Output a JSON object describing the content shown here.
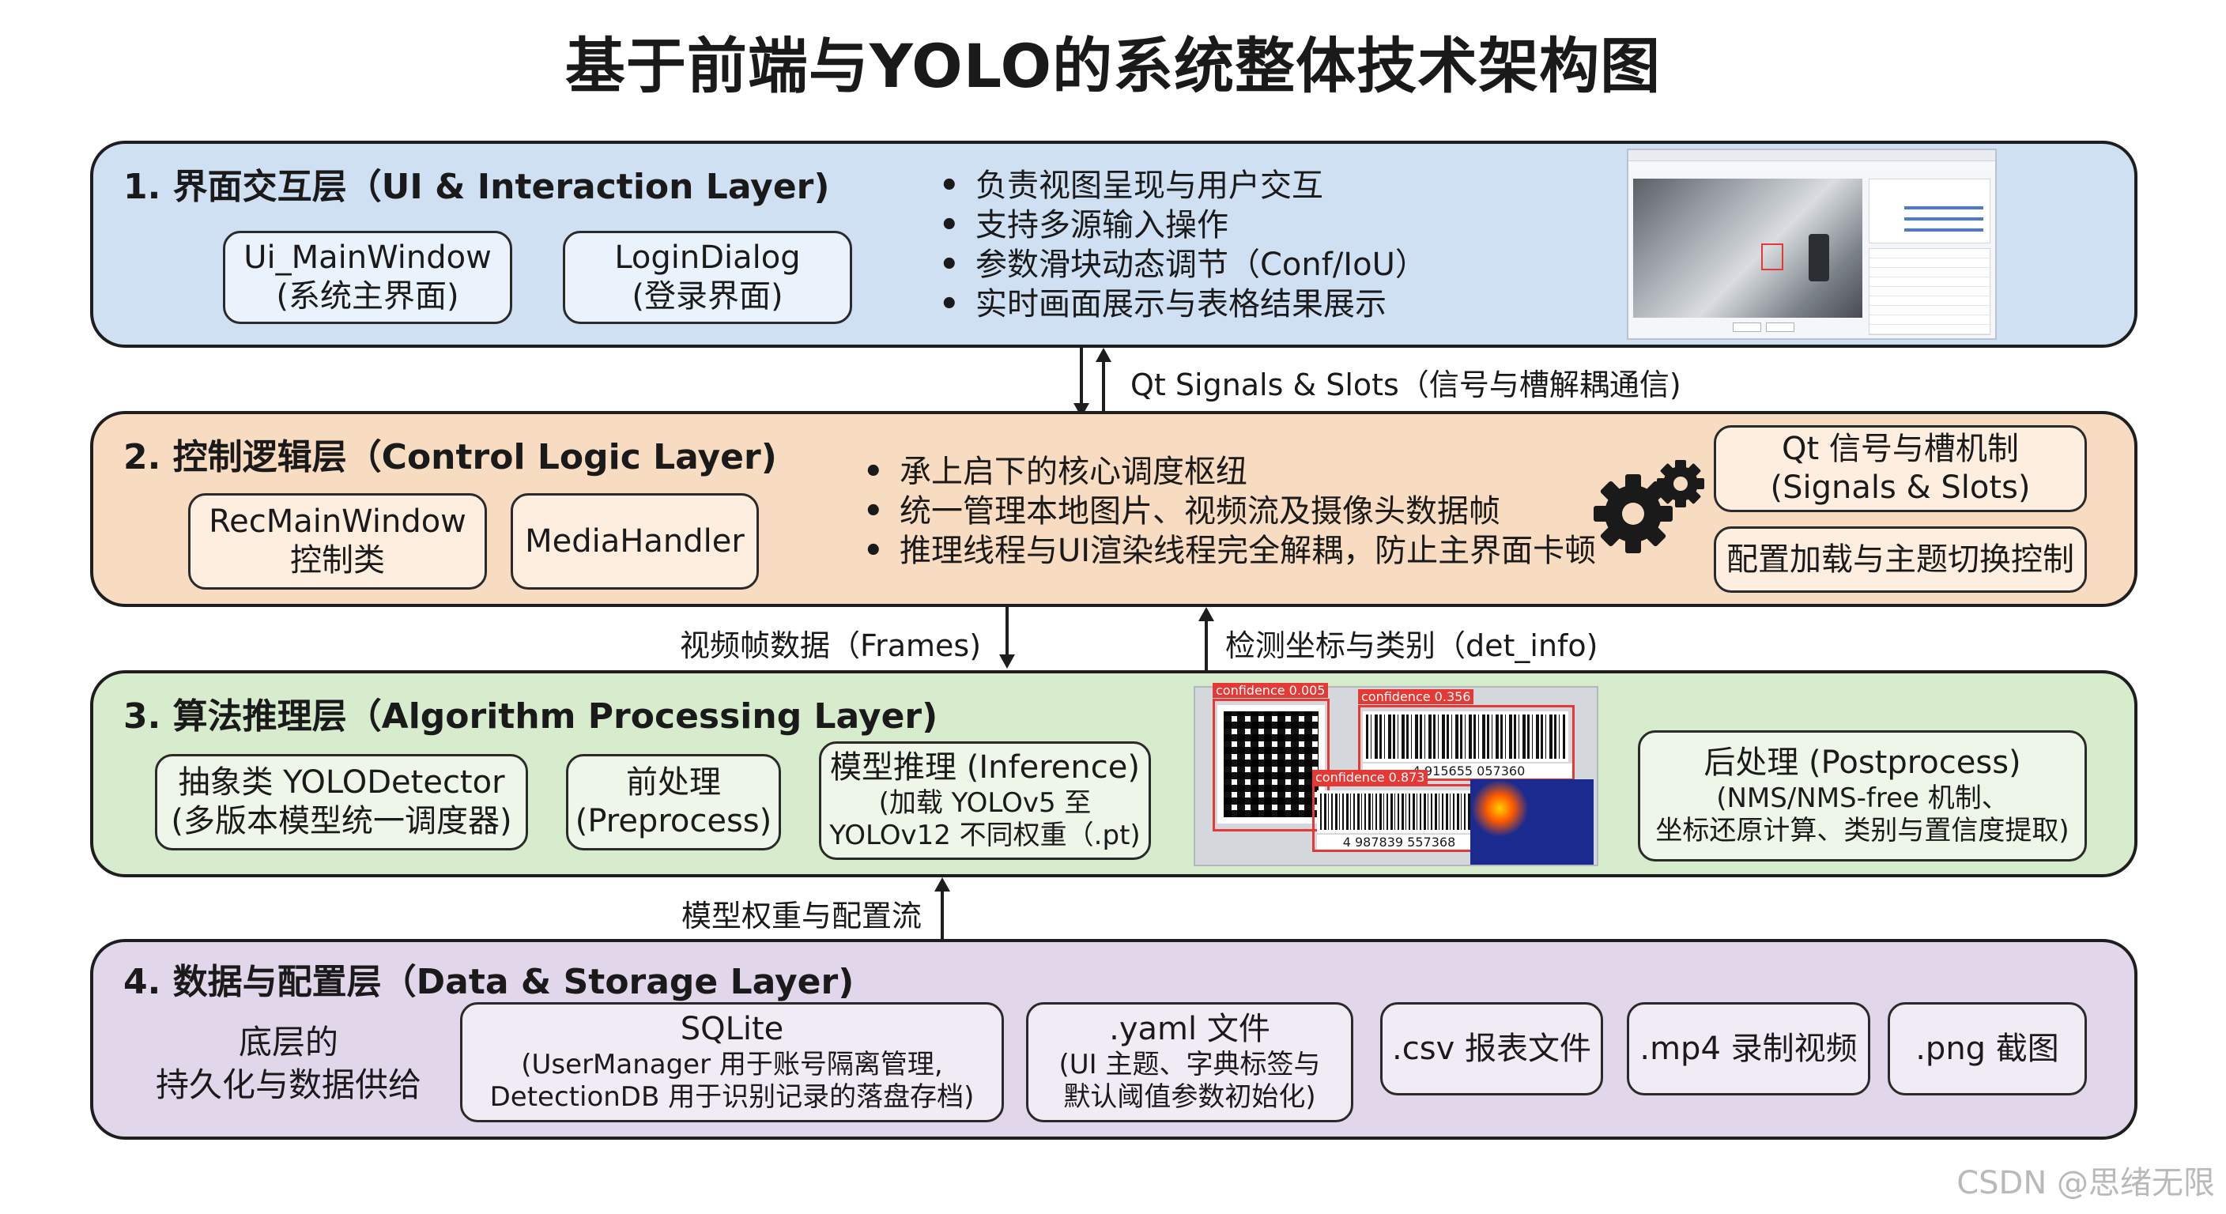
{
  "title": "基于前端与YOLO的系统整体技术架构图",
  "layer1": {
    "title": "1. 界面交互层（UI & Interaction Layer)",
    "boxes": [
      {
        "line1": "Ui_MainWindow",
        "line2": "(系统主界面)"
      },
      {
        "line1": "LoginDialog",
        "line2": "(登录界面)"
      }
    ],
    "bullets": [
      "负责视图呈现与用户交互",
      "支持多源输入操作",
      "参数滑块动态调节（Conf/IoU）",
      "实时画面展示与表格结果展示"
    ]
  },
  "arrow1_label": "Qt Signals & Slots（信号与槽解耦通信)",
  "layer2": {
    "title": "2. 控制逻辑层（Control Logic Layer)",
    "boxes": [
      {
        "line1": "RecMainWindow",
        "line2": "控制类"
      },
      {
        "line1": "MediaHandler",
        "line2": ""
      }
    ],
    "bullets": [
      "承上启下的核心调度枢纽",
      "统一管理本地图片、视频流及摄像头数据帧",
      "推理线程与UI渲染线程完全解耦，防止主界面卡顿"
    ],
    "right_boxes": [
      {
        "line1": "Qt 信号与槽机制",
        "line2": "(Signals & Slots)"
      },
      {
        "line1": "配置加载与主题切换控制",
        "line2": ""
      }
    ],
    "gear_icon": "gears-icon"
  },
  "arrow2_left_label": "视频帧数据（Frames)",
  "arrow2_right_label": "检测坐标与类别（det_info)",
  "layer3": {
    "title": "3. 算法推理层（Algorithm Processing Layer)",
    "boxes": [
      {
        "line1": "抽象类 YOLODetector",
        "line2": "(多版本模型统一调度器)",
        "line3": ""
      },
      {
        "line1": "前处理",
        "line2": "(Preprocess)",
        "line3": ""
      },
      {
        "line1": "模型推理 (Inference)",
        "line2": "(加载 YOLOv5 至",
        "line3": "YOLOv12 不同权重（.pt)"
      },
      {
        "line1": "后处理 (Postprocess)",
        "line2": "(NMS/NMS-free 机制、",
        "line3": "坐标还原计算、类别与置信度提取)"
      }
    ],
    "detections": [
      {
        "label": "confidence 0.005"
      },
      {
        "label": "confidence 0.356",
        "code": "4 915655 057360"
      },
      {
        "label": "confidence 0.873",
        "code": "4 987839 557368"
      }
    ]
  },
  "arrow3_label": "模型权重与配置流",
  "layer4": {
    "title": "4. 数据与配置层（Data & Storage Layer)",
    "side_text": {
      "line1": "底层的",
      "line2": "持久化与数据供给"
    },
    "boxes": [
      {
        "line1": "SQLite",
        "line2": "(UserManager 用于账号隔离管理,",
        "line3": "DetectionDB 用于识别记录的落盘存档)"
      },
      {
        "line1": ".yaml 文件",
        "line2": "(UI 主题、字典标签与",
        "line3": "默认阈值参数初始化)"
      },
      {
        "line1": ".csv 报表文件",
        "line2": "",
        "line3": ""
      },
      {
        "line1": ".mp4 录制视频",
        "line2": "",
        "line3": ""
      },
      {
        "line1": ".png 截图",
        "line2": "",
        "line3": ""
      }
    ]
  },
  "watermark": "CSDN @思绪无限",
  "colors": {
    "layer1": "#cfe0f3",
    "layer2": "#f8dcc1",
    "layer3": "#d7ebcd",
    "layer4": "#e1d6ea",
    "detection_box": "#e53935",
    "heatmap": "#1b2a8f"
  }
}
